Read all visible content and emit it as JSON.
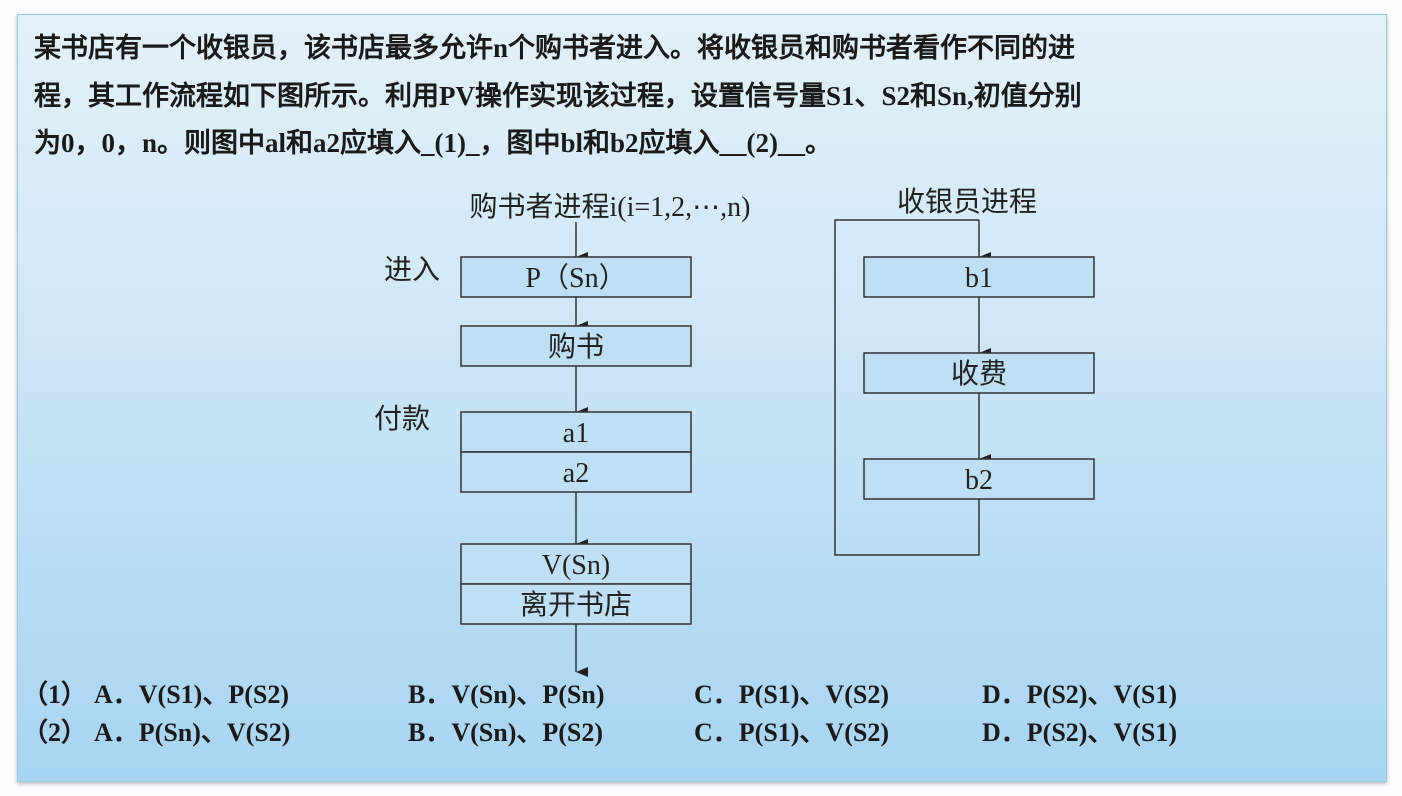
{
  "question": {
    "lines": [
      "某书店有一个收银员，该书店最多允许n个购书者进入。将收银员和购书者看作不同的进",
      "程，其工作流程如下图所示。利用PV操作实现该过程，设置信号量S1、S2和Sn,初值分别",
      "为0，0，n。则图中al和a2应填入_(1)_，图中bl和b2应填入__(2)__。"
    ]
  },
  "diagram": {
    "buyer": {
      "title": "购书者进程i(i=1,2,⋯,n)",
      "label_enter": "进入",
      "label_pay": "付款",
      "boxes": [
        "P（Sn）",
        "购书",
        "a1",
        "a2",
        "V(Sn)",
        "离开书店"
      ]
    },
    "cashier": {
      "title": "收银员进程",
      "boxes": [
        "b1",
        "收费",
        "b2"
      ]
    }
  },
  "options": [
    {
      "num": "（1）",
      "choices": [
        "A．V(S1)、P(S2)",
        "B．V(Sn)、P(Sn)",
        "C．P(S1)、V(S2)",
        "D．P(S2)、V(S1)"
      ]
    },
    {
      "num": "（2）",
      "choices": [
        "A．P(Sn)、V(S2)",
        "B．V(Sn)、P(S2)",
        "C．P(S1)、V(S2)",
        "D．P(S2)、V(S1)"
      ]
    }
  ],
  "colors": {
    "panel_top": "#e3f0f9",
    "panel_bottom": "#a8d5f2",
    "line": "#333333"
  }
}
